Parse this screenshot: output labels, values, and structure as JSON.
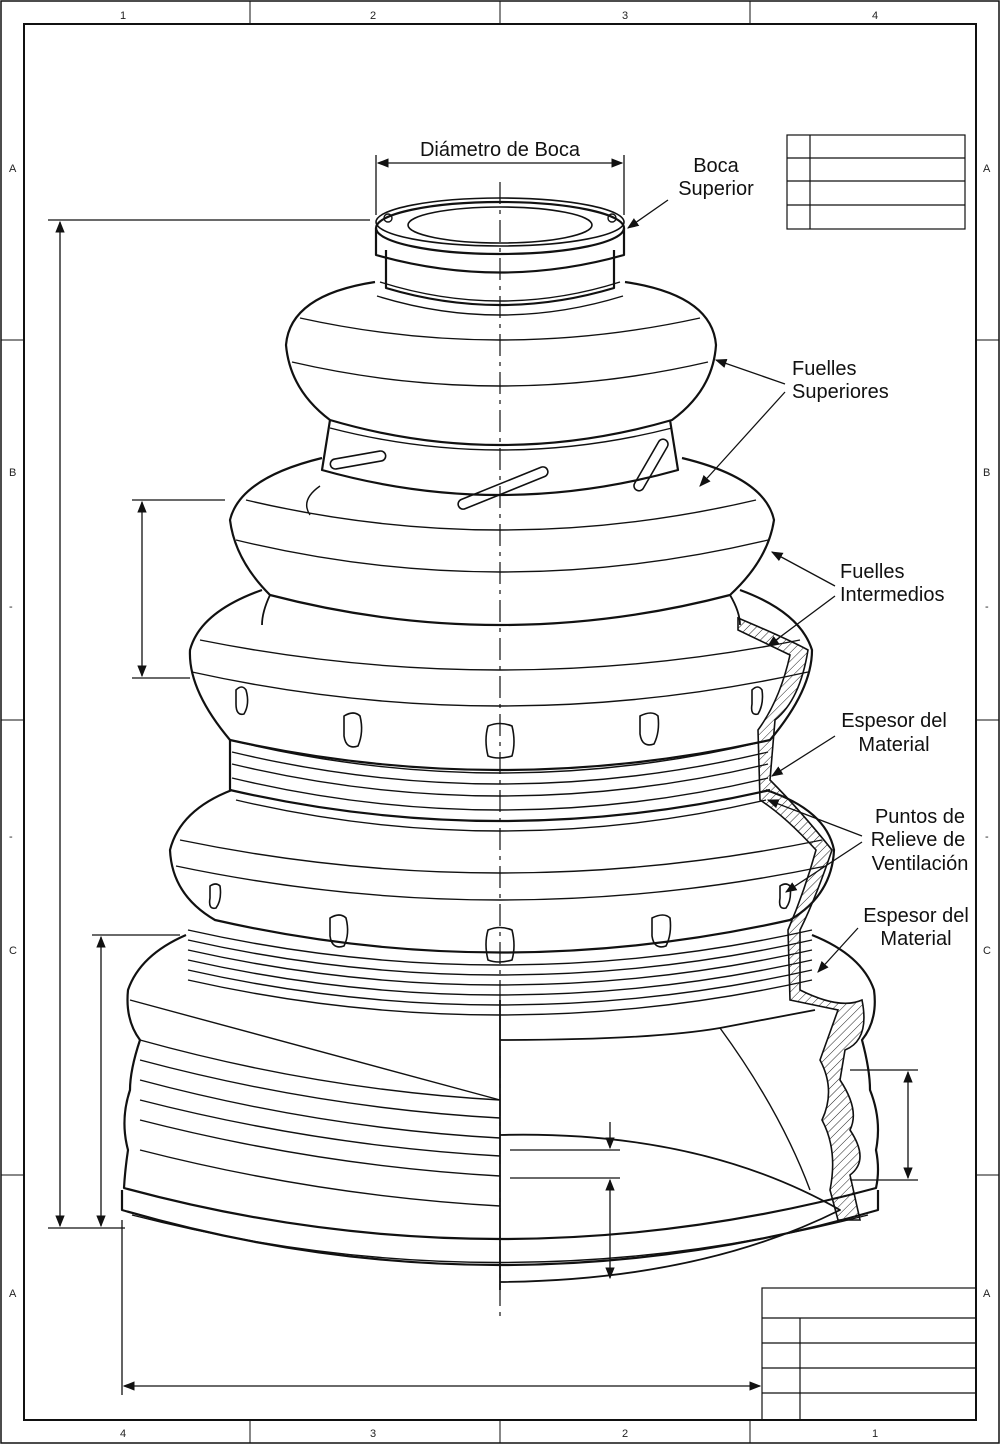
{
  "border": {
    "top_numbers": [
      "1",
      "2",
      "3",
      "4"
    ],
    "bottom_numbers": [
      "4",
      "3",
      "2",
      "1"
    ],
    "left_letters": [
      "A",
      "B",
      "-",
      "-",
      "C",
      "A"
    ],
    "right_letters": [
      "A",
      "B",
      "-",
      "-",
      "C",
      "A"
    ]
  },
  "labels": {
    "mouth_diameter": "Diámetro de Boca",
    "upper_mouth": [
      "Boca",
      "Superior"
    ],
    "upper_bellows": [
      "Fuelles",
      "Superiores"
    ],
    "middle_bellows": [
      "Fuelles",
      "Intermedios"
    ],
    "material_thickness_1": [
      "Espesor del",
      "Material"
    ],
    "vent_points": [
      "Puntos de",
      "Relieve de",
      "Ventilación"
    ],
    "material_thickness_2": [
      "Espesor del",
      "Material"
    ]
  },
  "revision_table": {
    "rows": 4
  },
  "title_block": {
    "rows": 5
  }
}
